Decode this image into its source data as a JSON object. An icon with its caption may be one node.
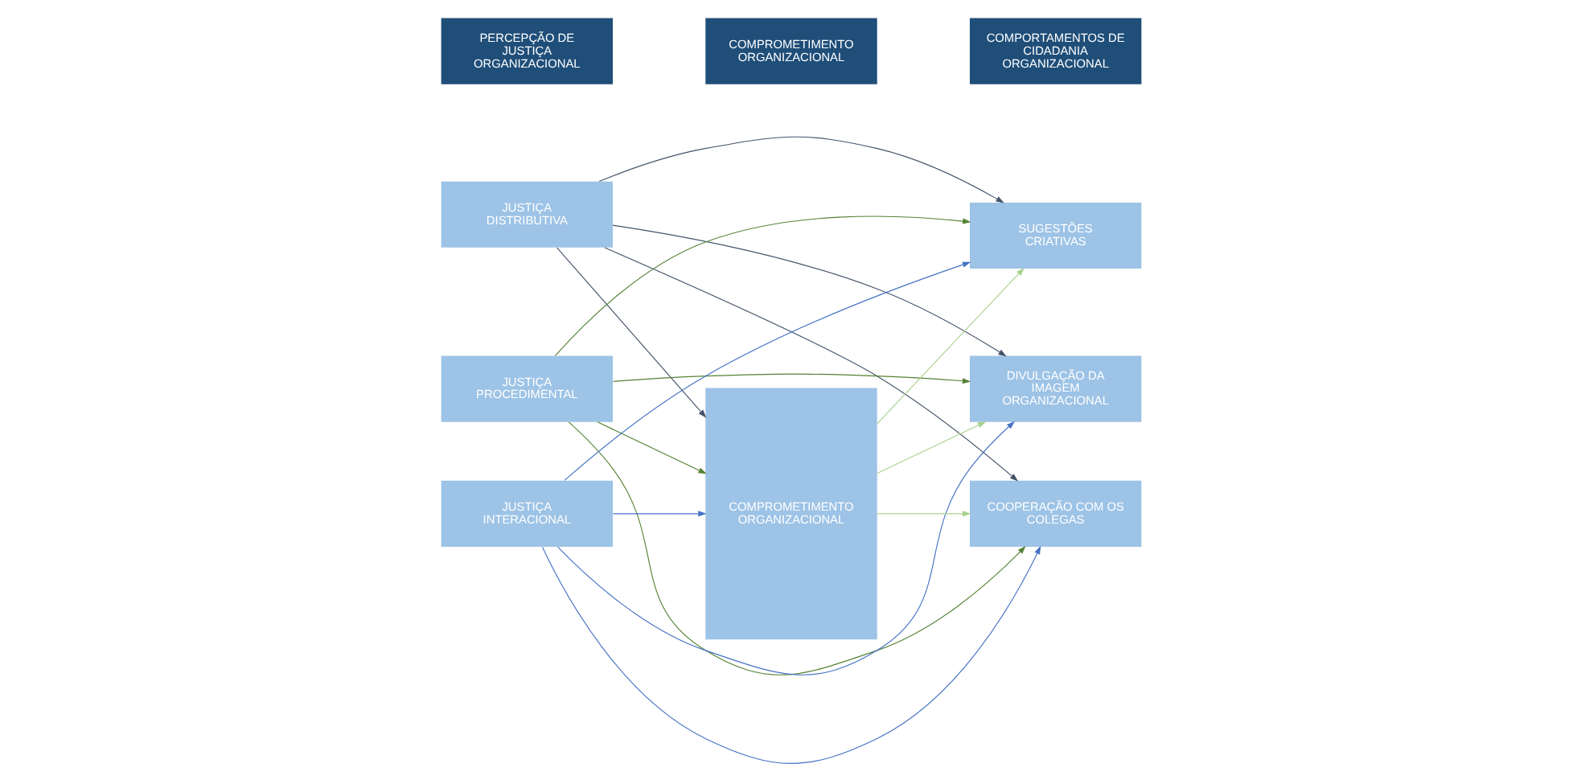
{
  "diagram": {
    "nodes": [
      {
        "text": [
          "PERCEPÇÃO DE JUSTIÇA ORGANIZACIONAL"
        ]
      },
      {
        "text": [
          "COMPROMETIMENTO ORGANIZACIONAL"
        ]
      },
      {
        "text": [
          "COMPORTAMENTOS DE CIDADANIA ORGANIZACIONAL"
        ]
      },
      {
        "text": [
          "JUSTIÇA DISTRIBUTIVA"
        ]
      },
      {
        "text": [
          "JUSTIÇA PROCEDIMENTAL"
        ]
      },
      {
        "text": [
          "JUSTIÇA INTERACIONAL"
        ]
      },
      {
        "text": [
          "COMPROMETIMENTO ORGANIZACIONAL"
        ]
      },
      {
        "text": [
          "SUGESTÕES CRIATIVAS"
        ]
      },
      {
        "text": [
          "DIVULGAÇÃO DA IMAGEM ORGANIZACIONAL"
        ]
      },
      {
        "text": [
          "COOPERAÇÃO COM OS COLEGAS"
        ]
      }
    ],
    "edges": [
      {
        "from": 3,
        "to": 6,
        "arrow": "to"
      },
      {
        "from": 4,
        "to": 6,
        "arrow": "to",
        "color": "#548235"
      },
      {
        "from": 5,
        "to": 6,
        "arrow": "to",
        "color": "#4472c4"
      },
      {
        "from": 3,
        "to": 7,
        "arrow": "to"
      },
      {
        "from": 3,
        "to": 8,
        "arrow": "to"
      },
      {
        "from": 3,
        "to": 9,
        "arrow": "to"
      },
      {
        "from": 4,
        "to": 7,
        "arrow": "to",
        "color": "#548235"
      },
      {
        "from": 4,
        "to": 8,
        "arrow": "to",
        "color": "#548235"
      },
      {
        "from": 4,
        "to": 9,
        "arrow": "to",
        "color": "#548235"
      },
      {
        "from": 5,
        "to": 7,
        "arrow": "to",
        "color": "#4472c4"
      },
      {
        "from": 5,
        "to": 8,
        "arrow": "to",
        "color": "#4472c4"
      },
      {
        "from": 5,
        "to": 9,
        "arrow": "to",
        "color": "#4472c4"
      },
      {
        "from": 6,
        "to": 7,
        "arrow": "to",
        "color": "#a9d18e"
      },
      {
        "from": 6,
        "to": 8,
        "arrow": "to",
        "color": "#a9d18e"
      },
      {
        "from": 6,
        "to": 9,
        "arrow": "to",
        "color": "#a9d18e"
      }
    ]
  }
}
